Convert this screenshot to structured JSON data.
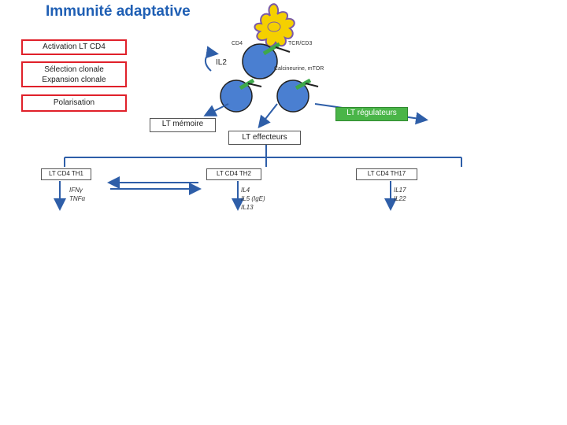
{
  "title": "Immunité adaptative",
  "steps": {
    "activation": "Activation LT CD4",
    "selection_line1": "Sélection clonale",
    "selection_line2": "Expansion clonale",
    "polarisation": "Polarisation"
  },
  "labels": {
    "cd4": "CD4",
    "tcr": "TCR/CD3",
    "il2": "IL2",
    "calcineurine": "Calcineurine, mTOR",
    "lt_memoire": "LT mémoire",
    "lt_regulateurs": "LT régulateurs",
    "lt_effecteurs": "LT effecteurs"
  },
  "subsets": [
    {
      "name": "LT CD4 TH1",
      "cytokines": [
        "IFNγ",
        "TNFα"
      ]
    },
    {
      "name": "LT CD4 TH2",
      "cytokines": [
        "IL4",
        "IL5 (IgE)",
        "IL13"
      ]
    },
    {
      "name": "LT CD4 TH17",
      "cytokines": [
        "IL17",
        "IL22"
      ]
    }
  ],
  "colors": {
    "title": "#1f5fb4",
    "red_border": "#e0202a",
    "cell_blue": "#4a7fd1",
    "receptor_green": "#3ea84a",
    "dendritic_yellow": "#f5d000"
  }
}
